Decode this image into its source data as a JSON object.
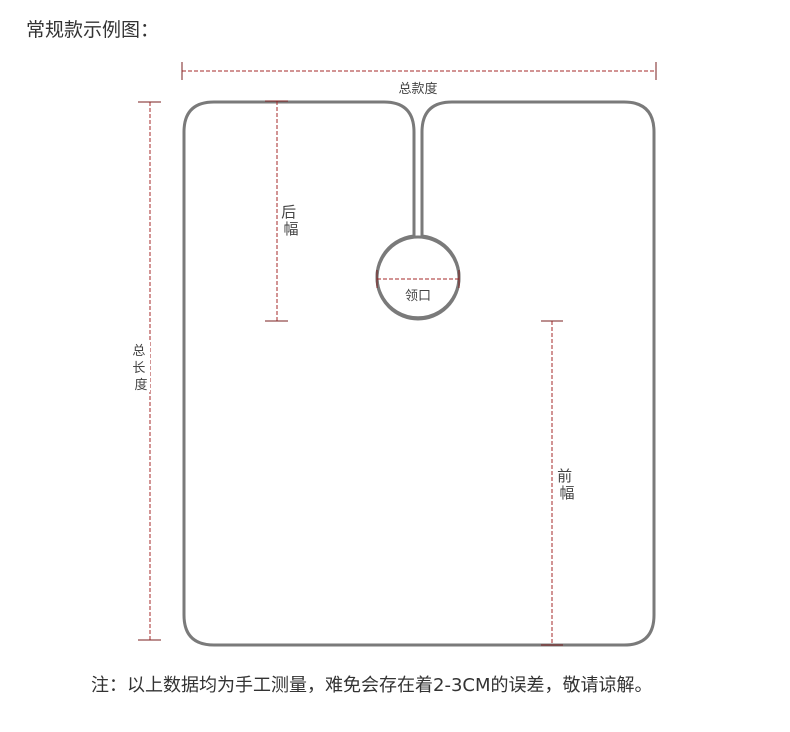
{
  "title": "常规款示例图：",
  "labels": {
    "total_width": "总款度",
    "total_length": [
      "总",
      "长",
      "度"
    ],
    "back_width": [
      "后",
      "幅"
    ],
    "neckline": "领口",
    "front_width": [
      "前",
      "幅"
    ]
  },
  "note": "注：以上数据均为手工测量，难免会存在着2-3CM的误差，敬请谅解。",
  "colors": {
    "outline": "#7a7a7a",
    "dimension_line": "#a52a2a",
    "tick": "#7a1f1f"
  }
}
